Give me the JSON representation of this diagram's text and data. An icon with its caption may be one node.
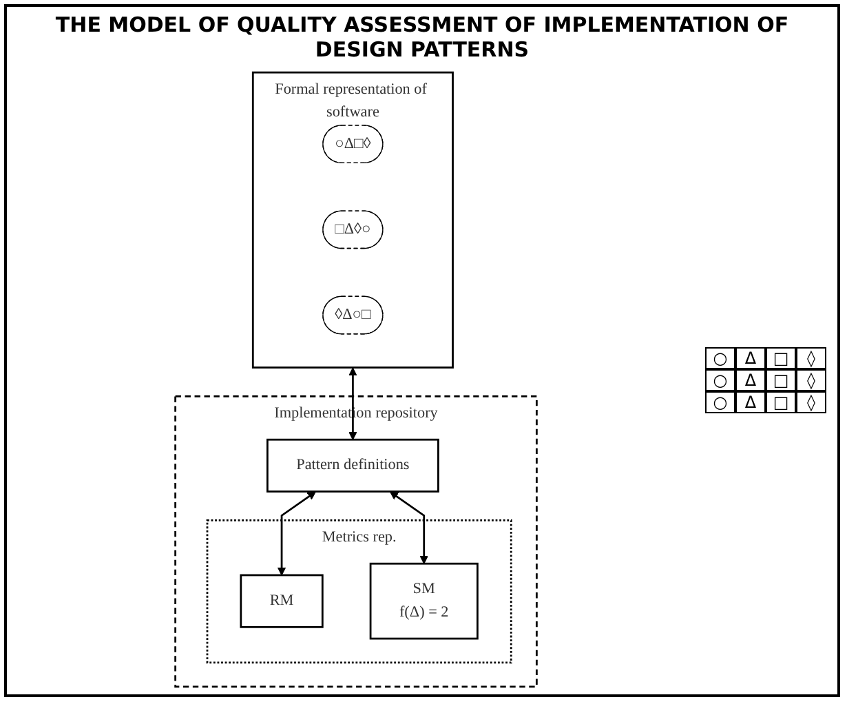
{
  "diagram": {
    "title": "THE MODEL OF QUALITY ASSESSMENT OF IMPLEMENTATION OF DESIGN PATTERNS",
    "nodes": [
      {
        "text": [
          "Formal representation of software"
        ]
      },
      {
        "text": [
          "○Δ□◊"
        ],
        "in": 0
      },
      {
        "text": [
          "□Δ◊○"
        ],
        "in": 0
      },
      {
        "text": [
          "◊Δ○□"
        ],
        "in": 0
      },
      {
        "text": [
          "Implementation repository"
        ]
      },
      {
        "text": [
          "Pattern definitions"
        ],
        "in": 4
      },
      {
        "text": [
          "Metrics rep."
        ],
        "in": 4
      },
      {
        "text": [
          "RM"
        ],
        "in": 6
      },
      {
        "text": [
          "SM",
          "f(Δ) = 2"
        ],
        "in": 6
      }
    ],
    "edges": [
      {
        "from": 0,
        "to": 5,
        "arrow": "both"
      },
      {
        "from": 5,
        "to": 7,
        "arrow": "both"
      },
      {
        "from": 5,
        "to": 8,
        "arrow": "both"
      }
    ],
    "labels": [
      "○",
      "Δ",
      "□",
      "◊",
      "○",
      "Δ",
      "□",
      "◊",
      "○",
      "Δ",
      "□",
      "◊"
    ]
  }
}
